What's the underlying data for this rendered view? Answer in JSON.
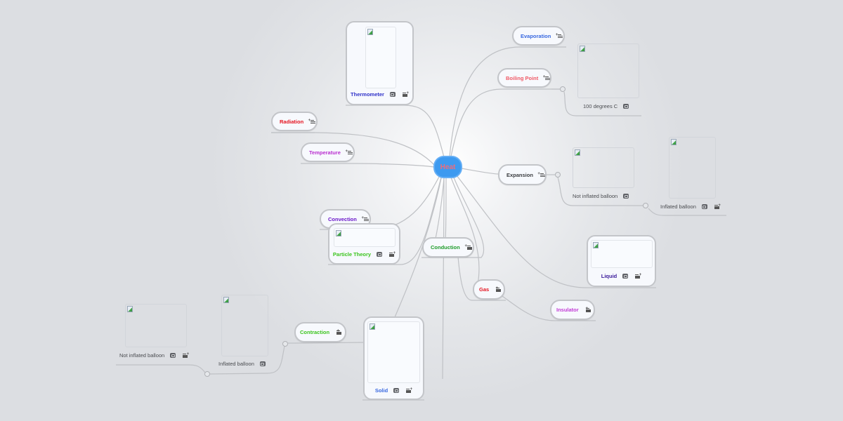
{
  "colors": {
    "background": "#dcdee2",
    "root_fill": "#3d9af0",
    "root_text": "#f06b7a",
    "node_fill": "#f7f9fd",
    "node_border": "#c3c5c9",
    "link": "#bfc1c5"
  },
  "root": {
    "label": "Heat",
    "color": "#f06b7a"
  },
  "topics": {
    "thermometer": {
      "label": "Thermometer",
      "color": "#2f31c9",
      "icons": [
        "image-icon",
        "note-icon"
      ]
    },
    "evaporation": {
      "label": "Evaporation",
      "color": "#3868e0",
      "icons": [
        "note-icon"
      ]
    },
    "boiling_point": {
      "label": "Boiling Point",
      "color": "#f05a67",
      "icons": [
        "note-icon"
      ]
    },
    "radiation": {
      "label": "Radiation",
      "color": "#e5131f",
      "icons": [
        "note-icon"
      ]
    },
    "temperature": {
      "label": "Temperature",
      "color": "#b92fd0",
      "icons": [
        "note-icon"
      ]
    },
    "expansion": {
      "label": "Expansion",
      "color": "#3a3c40",
      "icons": [
        "note-icon"
      ]
    },
    "convection": {
      "label": "Convection",
      "color": "#6a17c9",
      "icons": [
        "note-icon"
      ]
    },
    "particle_theory": {
      "label": "Particle Theory",
      "color": "#3bc41d",
      "icons": [
        "image-icon",
        "note-icon"
      ]
    },
    "conduction": {
      "label": "Conduction",
      "color": "#1d9b2a",
      "icons": [
        "note-icon"
      ]
    },
    "liquid": {
      "label": "Liquid",
      "color": "#3a1a9a",
      "icons": [
        "image-icon",
        "note-icon"
      ]
    },
    "gas": {
      "label": "Gas",
      "color": "#e5131f",
      "icons": [
        "note-icon"
      ]
    },
    "insulator": {
      "label": "Insulator",
      "color": "#c23ad6",
      "icons": [
        "note-icon"
      ]
    },
    "contraction": {
      "label": "Contraction",
      "color": "#3bc41d",
      "icons": [
        "note-icon"
      ]
    },
    "solid": {
      "label": "Solid",
      "color": "#3868e0",
      "icons": [
        "image-icon",
        "note-icon"
      ]
    }
  },
  "subtopics": {
    "boiling_100": {
      "label": "100 degrees C",
      "icons": [
        "image-icon"
      ]
    },
    "expansion_not_inflated": {
      "label": "Not inflated balloon",
      "icons": [
        "image-icon"
      ]
    },
    "expansion_inflated": {
      "label": "Inflated balloon",
      "icons": [
        "image-icon",
        "note-icon"
      ]
    },
    "contraction_inflated": {
      "label": "Inflated balloon",
      "icons": [
        "image-icon"
      ]
    },
    "contraction_not_inflated": {
      "label": "Not inflated balloon",
      "icons": [
        "image-icon",
        "note-icon"
      ]
    }
  }
}
